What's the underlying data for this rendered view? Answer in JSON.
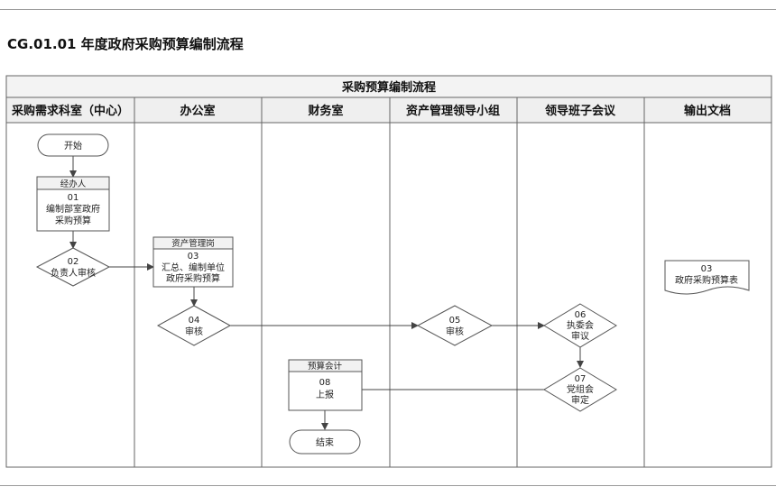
{
  "document": {
    "title": "CG.01.01 年度政府采购预算编制流程"
  },
  "flowchart": {
    "title": "采购预算编制流程",
    "lanes": [
      {
        "id": "lane-0",
        "label": "采购需求科室（中心）"
      },
      {
        "id": "lane-1",
        "label": "办公室"
      },
      {
        "id": "lane-2",
        "label": "财务室"
      },
      {
        "id": "lane-3",
        "label": "资产管理领导小组"
      },
      {
        "id": "lane-4",
        "label": "领导班子会议"
      },
      {
        "id": "lane-5",
        "label": "输出文档"
      }
    ],
    "nodes": {
      "start": {
        "lines": [
          "开始"
        ]
      },
      "n01": {
        "role": "经办人",
        "lines": [
          "01",
          "编制部室政府",
          "采购预算"
        ]
      },
      "n02": {
        "lines": [
          "02",
          "负责人审核"
        ]
      },
      "n03": {
        "role": "资产管理岗",
        "lines": [
          "03",
          "汇总、编制单位",
          "政府采购预算"
        ]
      },
      "n04": {
        "lines": [
          "04",
          "审核"
        ]
      },
      "n05": {
        "lines": [
          "05",
          "审核"
        ]
      },
      "n06": {
        "lines": [
          "06",
          "执委会",
          "审议"
        ]
      },
      "n07": {
        "lines": [
          "07",
          "党组会",
          "审定"
        ]
      },
      "n08": {
        "role": "预算会计",
        "lines": [
          "08",
          "上报"
        ]
      },
      "end": {
        "lines": [
          "结束"
        ]
      },
      "doc03": {
        "lines": [
          "03",
          "政府采购预算表"
        ]
      }
    }
  },
  "colors": {
    "line": "#555555",
    "node_fill": "#ffffff",
    "header_fill": "#f0f0f0",
    "lane_fill": "#fbfbfb"
  }
}
